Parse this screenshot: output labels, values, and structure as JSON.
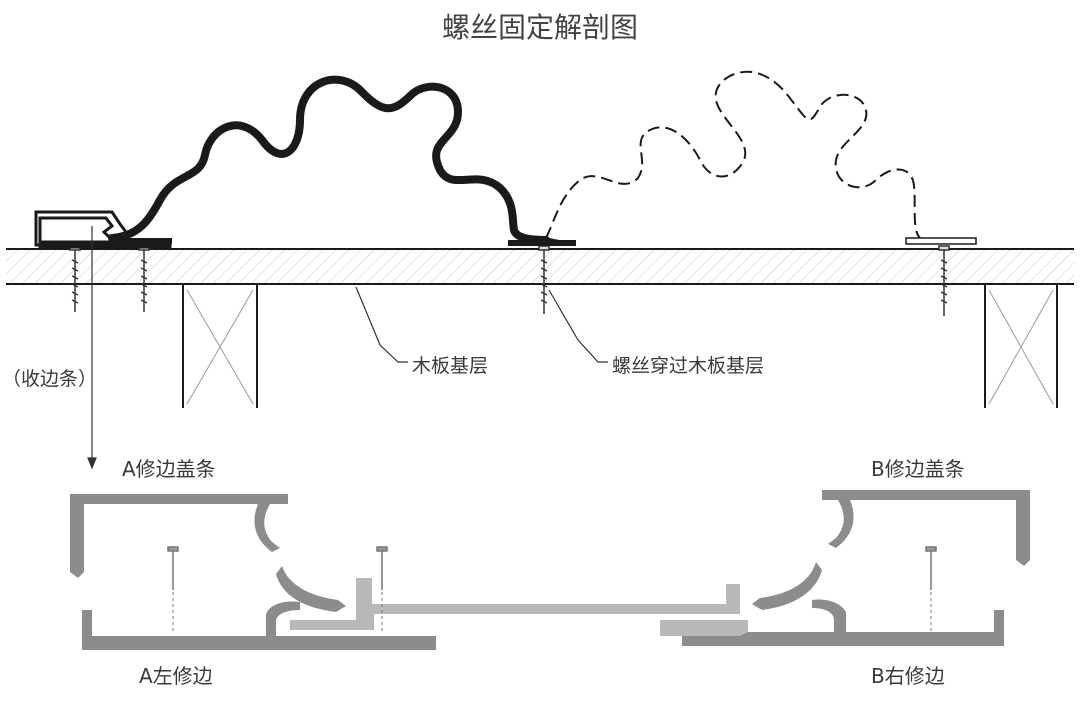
{
  "title": "螺丝固定解剖图",
  "labels": {
    "wood_layer": "木板基层",
    "screw_through": "螺丝穿过木板基层",
    "edge_strip": "（收边条）",
    "a_cover": "A修边盖条",
    "b_cover": "B修边盖条",
    "a_edge": "A左修边",
    "b_edge": "B右修边"
  },
  "colors": {
    "line": "#1a1a1a",
    "profile_dark": "#8c8c8c",
    "profile_light": "#b9b9b9",
    "hatch": "#c8c8c8"
  }
}
